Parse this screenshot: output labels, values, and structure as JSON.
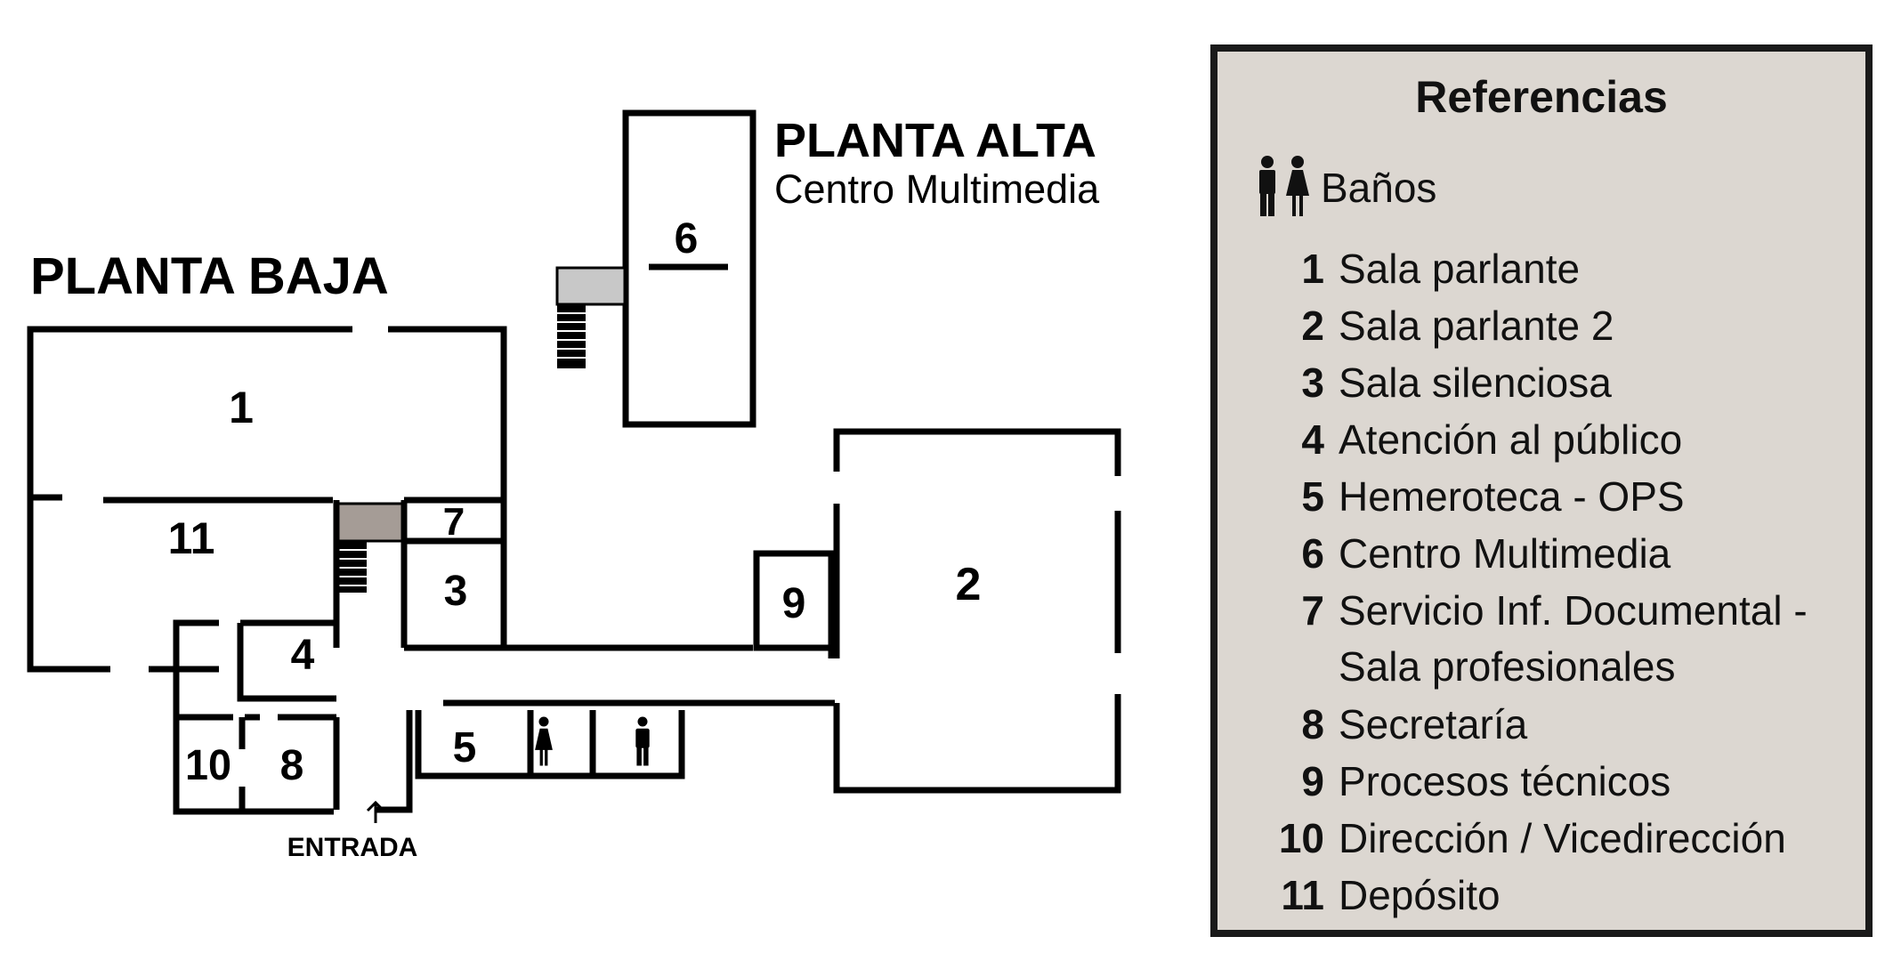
{
  "floors": {
    "ground_title": "PLANTA BAJA",
    "upper_title": "PLANTA ALTA",
    "upper_subtitle": "Centro Multimedia",
    "entrance_label": "ENTRADA"
  },
  "rooms": [
    {
      "id": "1"
    },
    {
      "id": "2"
    },
    {
      "id": "3"
    },
    {
      "id": "4"
    },
    {
      "id": "5"
    },
    {
      "id": "6"
    },
    {
      "id": "7"
    },
    {
      "id": "8"
    },
    {
      "id": "9"
    },
    {
      "id": "10"
    },
    {
      "id": "11"
    }
  ],
  "legend": {
    "title": "Referencias",
    "banos_label": "Baños",
    "items": [
      {
        "num": "1",
        "label": "Sala parlante"
      },
      {
        "num": "2",
        "label": "Sala parlante 2"
      },
      {
        "num": "3",
        "label": "Sala silenciosa"
      },
      {
        "num": "4",
        "label": "Atención al público"
      },
      {
        "num": "5",
        "label": "Hemeroteca - OPS"
      },
      {
        "num": "6",
        "label": "Centro Multimedia"
      },
      {
        "num": "7",
        "label": "Servicio Inf. Documental -"
      },
      {
        "num": "8",
        "label": "Secretaría"
      },
      {
        "num": "9",
        "label": "Procesos técnicos"
      },
      {
        "num": "10",
        "label": "Dirección / Vicedirección"
      },
      {
        "num": "11",
        "label": "Depósito"
      }
    ],
    "item7_continuation": "Sala profesionales"
  },
  "colors": {
    "wall": "#000000",
    "legend_bg": "#dcd7d1",
    "stair_landing_upper": "#c8c8c8",
    "stair_landing_ground": "#a59c96"
  },
  "icons": [
    "restroom-icon",
    "woman-icon",
    "man-icon",
    "arrow-up-icon",
    "stairs-icon"
  ]
}
